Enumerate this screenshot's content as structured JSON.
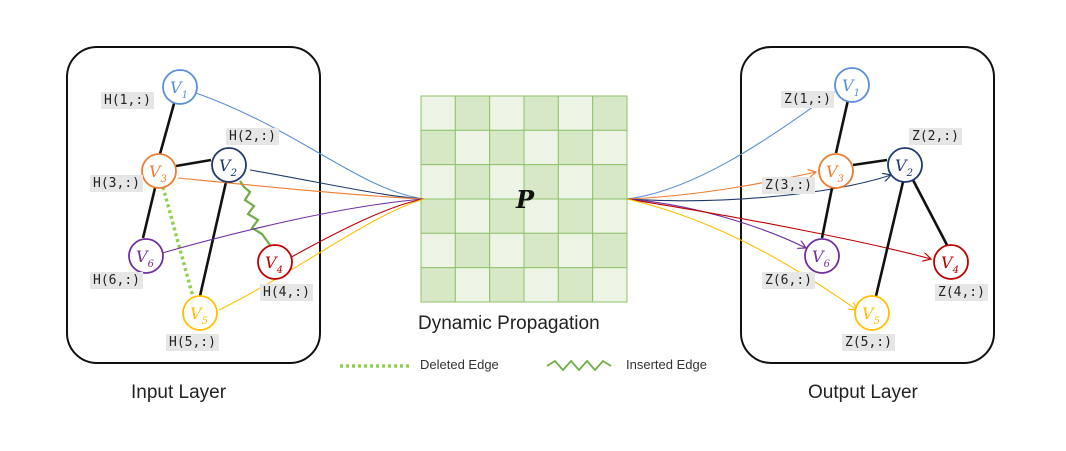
{
  "captions": {
    "input_layer": "Input Layer",
    "output_layer": "Output Layer",
    "propagation": "Dynamic Propagation"
  },
  "matrix_label": "P",
  "legend": {
    "deleted_edge": "Deleted Edge",
    "inserted_edge": "Inserted Edge"
  },
  "input_nodes": [
    {
      "id": "1",
      "name": "V",
      "sub": "1",
      "feature": "H(1,:)",
      "color": "#5b8fd6"
    },
    {
      "id": "2",
      "name": "V",
      "sub": "2",
      "feature": "H(2,:)",
      "color": "#1f3a6e"
    },
    {
      "id": "3",
      "name": "V",
      "sub": "3",
      "feature": "H(3,:)",
      "color": "#ed7d31"
    },
    {
      "id": "4",
      "name": "V",
      "sub": "4",
      "feature": "H(4,:)",
      "color": "#c00000"
    },
    {
      "id": "5",
      "name": "V",
      "sub": "5",
      "feature": "H(5,:)",
      "color": "#ffc000"
    },
    {
      "id": "6",
      "name": "V",
      "sub": "6",
      "feature": "H(6,:)",
      "color": "#7030a0"
    }
  ],
  "output_nodes": [
    {
      "id": "1",
      "name": "V",
      "sub": "1",
      "feature": "Z(1,:)",
      "color": "#5b8fd6"
    },
    {
      "id": "2",
      "name": "V",
      "sub": "2",
      "feature": "Z(2,:)",
      "color": "#1f3a6e"
    },
    {
      "id": "3",
      "name": "V",
      "sub": "3",
      "feature": "Z(3,:)",
      "color": "#ed7d31"
    },
    {
      "id": "4",
      "name": "V",
      "sub": "4",
      "feature": "Z(4,:)",
      "color": "#c00000"
    },
    {
      "id": "5",
      "name": "V",
      "sub": "5",
      "feature": "Z(5,:)",
      "color": "#ffc000"
    },
    {
      "id": "6",
      "name": "V",
      "sub": "6",
      "feature": "Z(6,:)",
      "color": "#7030a0"
    }
  ],
  "colors": {
    "matrix_fill_light": "#edf4e6",
    "matrix_fill_dark": "#d6e8c6",
    "matrix_grid": "#8fc36b",
    "deleted_edge": "#92d050",
    "inserted_edge": "#70ad47"
  }
}
